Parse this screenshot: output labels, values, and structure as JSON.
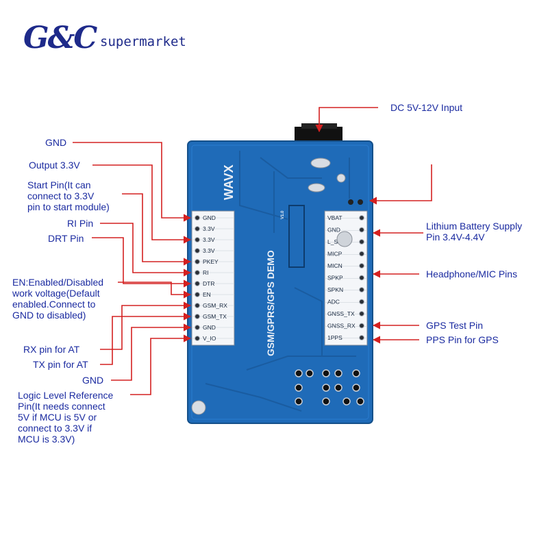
{
  "brand": {
    "mark": "G&C",
    "word": "supermarket",
    "color": "#1e2a8a"
  },
  "colors": {
    "board": "#1f6bb8",
    "board_dark": "#18579a",
    "arrow": "#d42020",
    "label": "#1a2aa0"
  },
  "board": {
    "title": "GSM/GPRS/GPS DEMO",
    "logo": "WAVX",
    "version": "V1.0",
    "left_header": [
      "GND",
      "3.3V",
      "3.3V",
      "3.3V",
      "PKEY",
      "RI",
      "DTR",
      "EN",
      "GSM_RX",
      "GSM_TX",
      "GND",
      "V_IO"
    ],
    "right_header": [
      "VBAT",
      "GND",
      "L_SPKP",
      "MICP",
      "MICN",
      "SPKP",
      "SPKN",
      "ADC",
      "GNSS_TX",
      "GNSS_RX",
      "1PPS"
    ]
  },
  "labels": {
    "dc_input": "DC 5V-12V Input",
    "gnd_top": "GND",
    "output_33": "Output 3.3V",
    "start_pin_1": "Start Pin(It can",
    "start_pin_2": "connect to 3.3V",
    "start_pin_3": "pin to start module)",
    "ri_pin": "RI Pin",
    "drt_pin": "DRT Pin",
    "en_1": "EN:Enabled/Disabled",
    "en_2": "work voltage(Default",
    "en_3": "enabled.Connect to",
    "en_4": "GND to disabled)",
    "rx_at": "RX pin for AT",
    "tx_at": "TX pin for AT",
    "gnd_bottom": "GND",
    "logic_1": "Logic Level Reference",
    "logic_2": "Pin(It needs connect",
    "logic_3": "5V if MCU is 5V or",
    "logic_4": "connect to 3.3V if",
    "logic_5": "MCU is 3.3V)",
    "lithium_1": "Lithium Battery Supply",
    "lithium_2": "Pin 3.4V-4.4V",
    "headphone": "Headphone/MIC Pins",
    "gps_test": "GPS Test Pin",
    "pps": "PPS Pin for GPS"
  }
}
